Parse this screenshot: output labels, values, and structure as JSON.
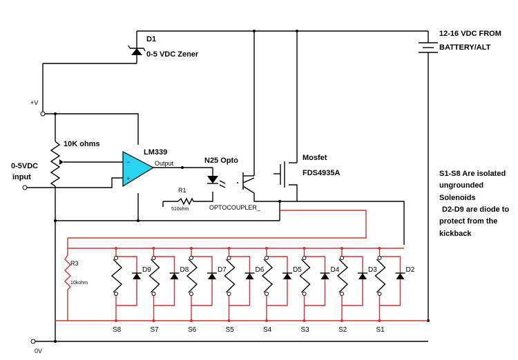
{
  "labels": {
    "d1": "D1",
    "zener": "0-5 VDC Zener",
    "supply_line1": "12-16 VDC FROM",
    "supply_line2": "BATTERY/ALT",
    "plus_v": "+V",
    "pot": "10K ohms",
    "input_line1": "0-5VDC",
    "input_line2": "input",
    "comparator": "LM339",
    "output": "Output",
    "opto": "N25 Opto",
    "r1": "R1",
    "r1_value": "510ohm",
    "optocoupler": "OPTOCOUPLER_",
    "mosfet_line1": "Mosfet",
    "mosfet_line2": "FDS4935A",
    "r3": "R3",
    "r3_value": "10kohm",
    "ground": "0V",
    "note_lines": [
      "S1-S8 Are isolated",
      "ungrounded",
      "Solenoids",
      "D2-D9 are diode to",
      "protect from the",
      "kickback"
    ]
  },
  "solenoids": [
    {
      "switch": "S8",
      "diode": "D9"
    },
    {
      "switch": "S7",
      "diode": "D8"
    },
    {
      "switch": "S6",
      "diode": "D7"
    },
    {
      "switch": "S5",
      "diode": "D6"
    },
    {
      "switch": "S4",
      "diode": "D5"
    },
    {
      "switch": "S3",
      "diode": "D4"
    },
    {
      "switch": "S2",
      "diode": "D3"
    },
    {
      "switch": "S1",
      "diode": "D2"
    }
  ]
}
